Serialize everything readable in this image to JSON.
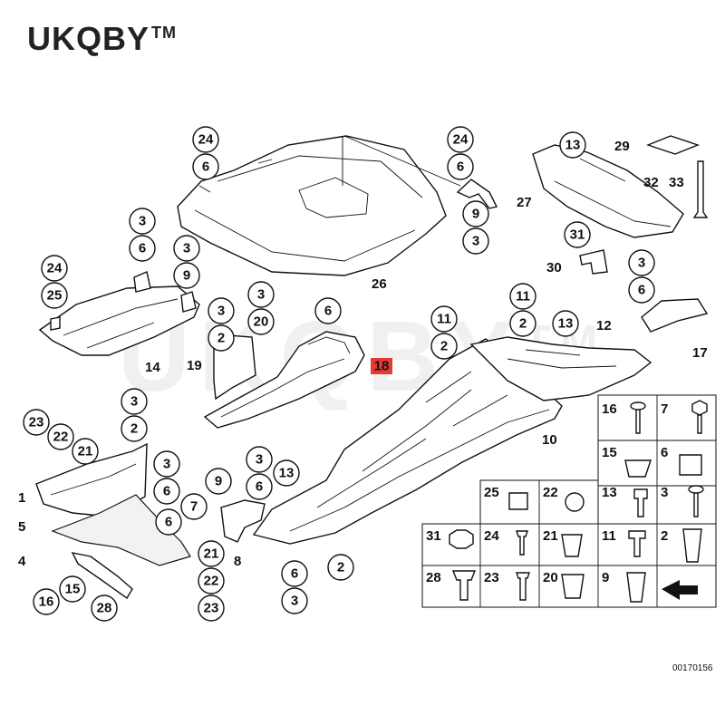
{
  "brand": {
    "name": "UKQBY",
    "tm": "TM"
  },
  "figure_code": "00170156",
  "highlighted_part": "18",
  "callouts": {
    "c_24a": "24",
    "c_6a": "6",
    "c_24b": "24",
    "c_6b": "6",
    "c_9a": "9",
    "c_3a": "3",
    "c_27": "27",
    "c_13a": "13",
    "c_29": "29",
    "c_32": "32",
    "c_33": "33",
    "c_31a": "31",
    "c_30": "30",
    "c_3b": "3",
    "c_6c": "6",
    "c_3c": "3",
    "c_9b": "9",
    "c_24c": "24",
    "c_25a": "25",
    "c_14": "14",
    "c_26": "26",
    "c_3d": "3",
    "c_3e": "3",
    "c_20a": "20",
    "c_2a": "2",
    "c_19": "19",
    "c_6d": "6",
    "c_18": "18",
    "c_11a": "11",
    "c_2b": "2",
    "c_11b": "11",
    "c_2c": "2",
    "c_13b": "13",
    "c_12": "12",
    "c_3f": "3",
    "c_6e": "6",
    "c_17": "17",
    "c_3g": "3",
    "c_2d": "2",
    "c_23a": "23",
    "c_22a": "22",
    "c_21a": "21",
    "c_1": "1",
    "c_5": "5",
    "c_4": "4",
    "c_16a": "16",
    "c_15a": "15",
    "c_28a": "28",
    "c_3h": "3",
    "c_6f": "6",
    "c_6g": "6",
    "c_7a": "7",
    "c_9c": "9",
    "c_3i": "3",
    "c_6h": "6",
    "c_13c": "13",
    "c_8": "8",
    "c_21b": "21",
    "c_22b": "22",
    "c_23b": "23",
    "c_6i": "6",
    "c_3j": "3",
    "c_2e": "2",
    "c_10": "10"
  },
  "parts_grid": [
    [
      "16",
      "7"
    ],
    [
      "15",
      "6"
    ],
    [
      "25",
      "22",
      "13",
      "3"
    ],
    [
      "31",
      "24",
      "21",
      "11",
      "2"
    ],
    [
      "28",
      "23",
      "20",
      "9"
    ]
  ]
}
